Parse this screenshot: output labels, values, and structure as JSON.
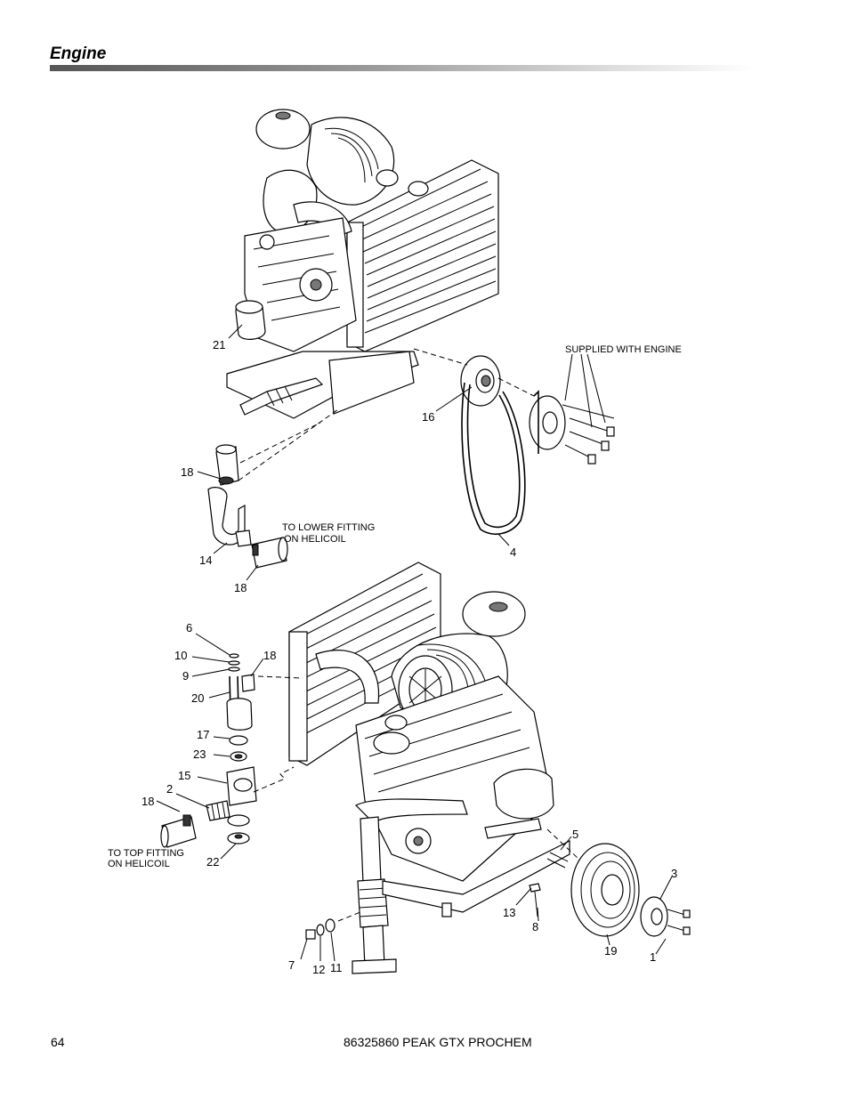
{
  "header": {
    "title": "Engine"
  },
  "callouts": {
    "c21": "21",
    "c16": "16",
    "c18a": "18",
    "c14": "14",
    "c18b": "18",
    "c4": "4",
    "c6": "6",
    "c10": "10",
    "c9": "9",
    "c18c": "18",
    "c20": "20",
    "c17": "17",
    "c23": "23",
    "c15": "15",
    "c2": "2",
    "c18d": "18",
    "c22": "22",
    "c5": "5",
    "c3": "3",
    "c13": "13",
    "c8": "8",
    "c19": "19",
    "c1": "1",
    "c7": "7",
    "c12": "12",
    "c11": "11"
  },
  "notes": {
    "supplied": "SUPPLIED WITH ENGINE",
    "lower_line1": "TO LOWER FITTING",
    "lower_line2": "ON HELICOIL",
    "top_line1": "TO TOP FITTING",
    "top_line2": "ON HELICOIL"
  },
  "footer": {
    "page_number": "64",
    "doc_title": "86325860 PEAK GTX PROCHEM"
  }
}
